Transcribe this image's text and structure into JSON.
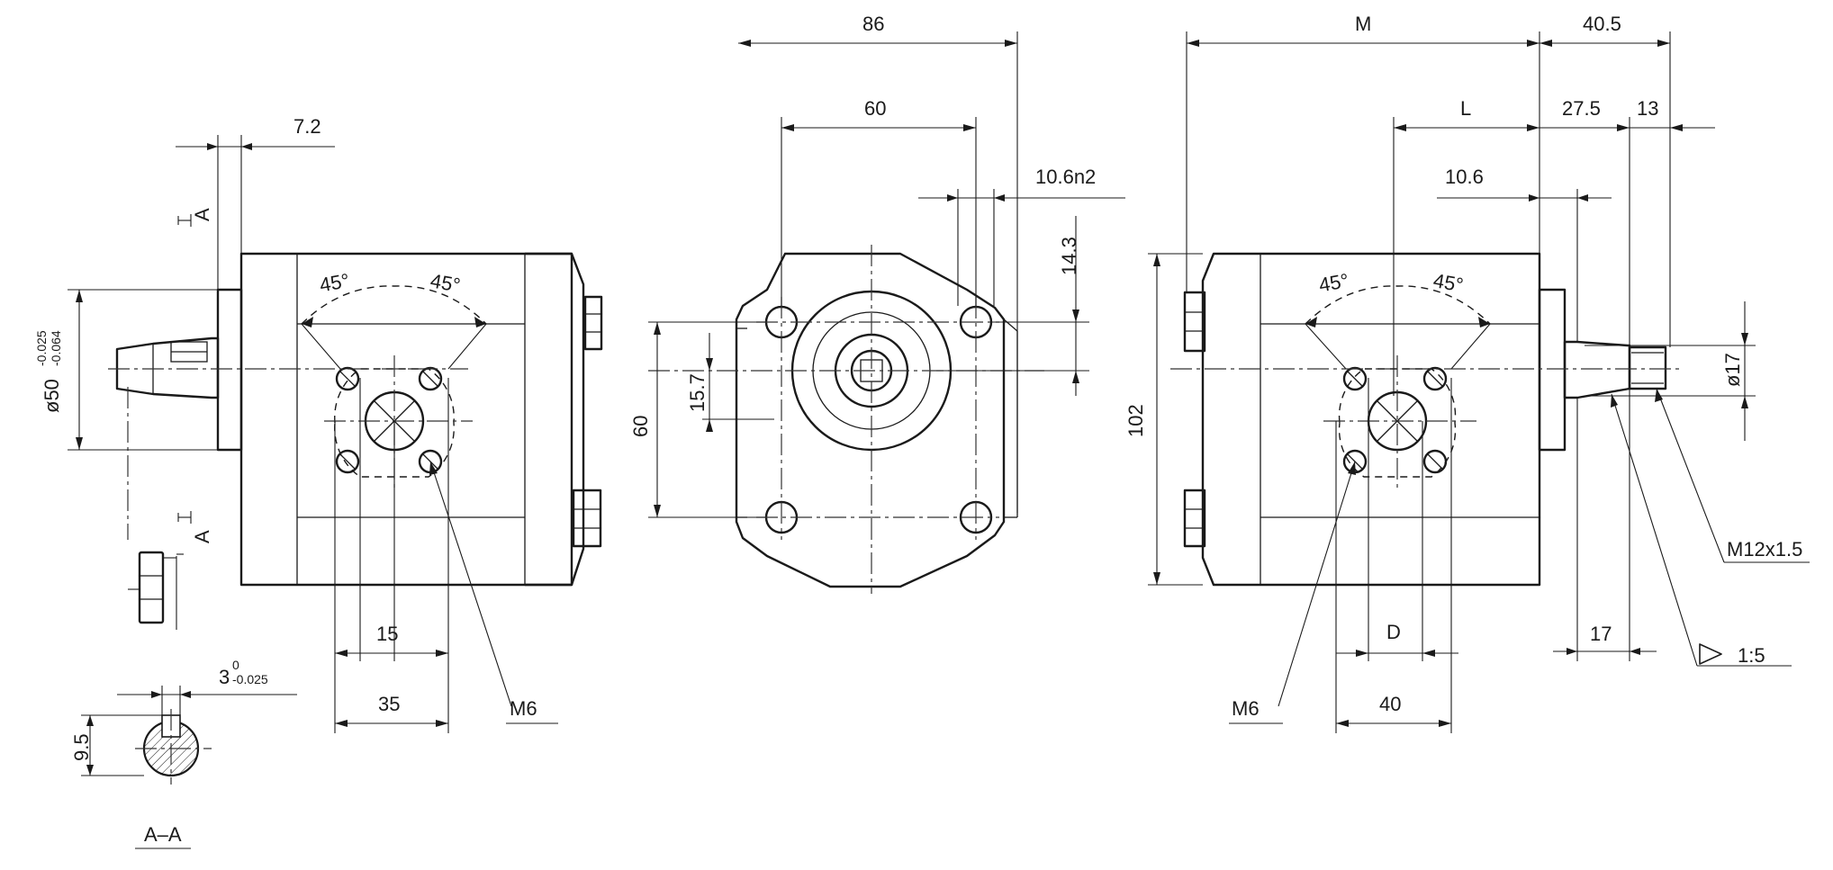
{
  "dimensions": {
    "side_left": {
      "d7_2": "7.2",
      "dia50": "ø50",
      "dia50_upper": "-0.025",
      "dia50_lower": "-0.064",
      "d15": "15",
      "d35": "35",
      "thread_m6": "M6",
      "angle_a": "45°",
      "angle_b": "45°",
      "section_mark": "A"
    },
    "section": {
      "key_width": "3",
      "key_upper": "0",
      "key_lower": "-0.025",
      "key_height": "9.5",
      "label": "A–A"
    },
    "front": {
      "d86": "86",
      "d60_top": "60",
      "d10_6n2": "10.6n2",
      "d14_3": "14.3",
      "d60_side": "60",
      "d15_7": "15.7"
    },
    "side_right": {
      "dM": "M",
      "d40_5": "40.5",
      "dL": "L",
      "d27_5": "27.5",
      "d13": "13",
      "d10_6": "10.6",
      "d102": "102",
      "dia17": "ø17",
      "thread_m12": "M12x1.5",
      "d17": "17",
      "taper": "1:5",
      "dD": "D",
      "d40": "40",
      "thread_m6": "M6",
      "angle_a": "45°",
      "angle_b": "45°"
    }
  },
  "icons": {
    "taper_symbol": "taper-triangle-icon",
    "section_arrow": "section-arrow-icon"
  },
  "colors": {
    "line": "#1a1a1a",
    "background": "#ffffff"
  }
}
